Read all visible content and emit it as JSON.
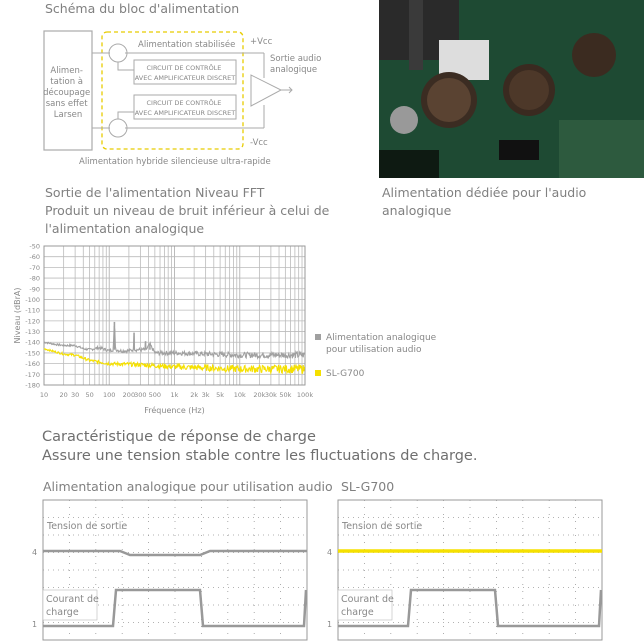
{
  "diagram": {
    "title": "Schéma du bloc d'alimentation",
    "switching_block": [
      "Alimen-",
      "tation à",
      "découpage",
      "sans effet",
      "Larsen"
    ],
    "stabilized_label": "Alimentation stabilisée",
    "plus_vcc": "+Vcc",
    "minus_vcc": "-Vcc",
    "output_label": [
      "Sortie audio",
      "analogique"
    ],
    "control_circuit": [
      "CIRCUIT DE CONTRÔLE",
      "AVEC AMPLIFICATEUR DISCRET"
    ],
    "caption": "Alimentation hybride silencieuse ultra-rapide",
    "accent": "#f0d000"
  },
  "photo": {
    "caption": [
      "Alimentation dédiée pour l'audio",
      "analogique"
    ]
  },
  "fft": {
    "title_lines": [
      "Sortie de l'alimentation Niveau FFT",
      "Produit un niveau de bruit inférieur à celui de",
      "l'alimentation analogique"
    ]
  },
  "load": {
    "heading_lines": [
      "Caractéristique de réponse de charge",
      "Assure une tension stable contre les fluctuations de charge."
    ],
    "charts": [
      {
        "title": "Alimentation analogique pour utilisation audio",
        "voltage_label": "Tension de sortie",
        "current_label": [
          "Courant de",
          "charge"
        ],
        "tick_top": "4",
        "tick_bottom": "1",
        "voltage_color": "#999999"
      },
      {
        "title": "SL-G700",
        "voltage_label": "Tension de sortie",
        "current_label": [
          "Courant de",
          "charge"
        ],
        "tick_top": "4",
        "tick_bottom": "1",
        "voltage_color": "#f5e000"
      }
    ]
  },
  "chart_data": {
    "type": "line",
    "title": "Sortie de l'alimentation Niveau FFT",
    "xlabel": "Fréquence (Hz)",
    "ylabel": "Niveau (dBrA)",
    "xscale": "log",
    "xlim": [
      10,
      100000
    ],
    "ylim": [
      -180,
      -50
    ],
    "x_ticks": [
      10,
      20,
      30,
      50,
      100,
      200,
      300,
      500,
      1000,
      2000,
      3000,
      5000,
      10000,
      20000,
      30000,
      50000,
      100000
    ],
    "x_tick_labels": [
      "10",
      "20",
      "30",
      "50",
      "100",
      "200",
      "300",
      "500",
      "1k",
      "2k",
      "3k",
      "5k",
      "10k",
      "20k",
      "30k",
      "50k",
      "100k"
    ],
    "y_ticks": [
      -50,
      -60,
      -70,
      -80,
      -90,
      -100,
      -110,
      -120,
      -130,
      -140,
      -150,
      -160,
      -170,
      -180
    ],
    "grid": true,
    "legend_position": "right",
    "series": [
      {
        "name": "Alimentation analogique pour utilisation audio",
        "legend_lines": [
          "Alimentation analogique",
          "pour utilisation audio"
        ],
        "color": "#a0a0a0",
        "x": [
          10,
          15,
          20,
          30,
          40,
          50,
          70,
          100,
          115,
          120,
          125,
          150,
          200,
          235,
          240,
          245,
          300,
          355,
          360,
          365,
          420,
          500,
          1000,
          3000,
          10000,
          30000,
          100000
        ],
        "y": [
          -140,
          -142,
          -143,
          -143,
          -146,
          -147,
          -145,
          -148,
          -147,
          -121,
          -147,
          -148,
          -148,
          -147,
          -131,
          -147,
          -147,
          -147,
          -139,
          -147,
          -142,
          -150,
          -150,
          -151,
          -152,
          -152,
          -152
        ]
      },
      {
        "name": "SL-G700",
        "legend_lines": [
          "SL-G700"
        ],
        "color": "#f5e000",
        "x": [
          10,
          15,
          20,
          30,
          50,
          100,
          300,
          1000,
          3000,
          10000,
          30000,
          100000
        ],
        "y": [
          -146,
          -149,
          -151,
          -152,
          -157,
          -160,
          -161,
          -163,
          -164,
          -165,
          -165,
          -165
        ]
      }
    ]
  }
}
